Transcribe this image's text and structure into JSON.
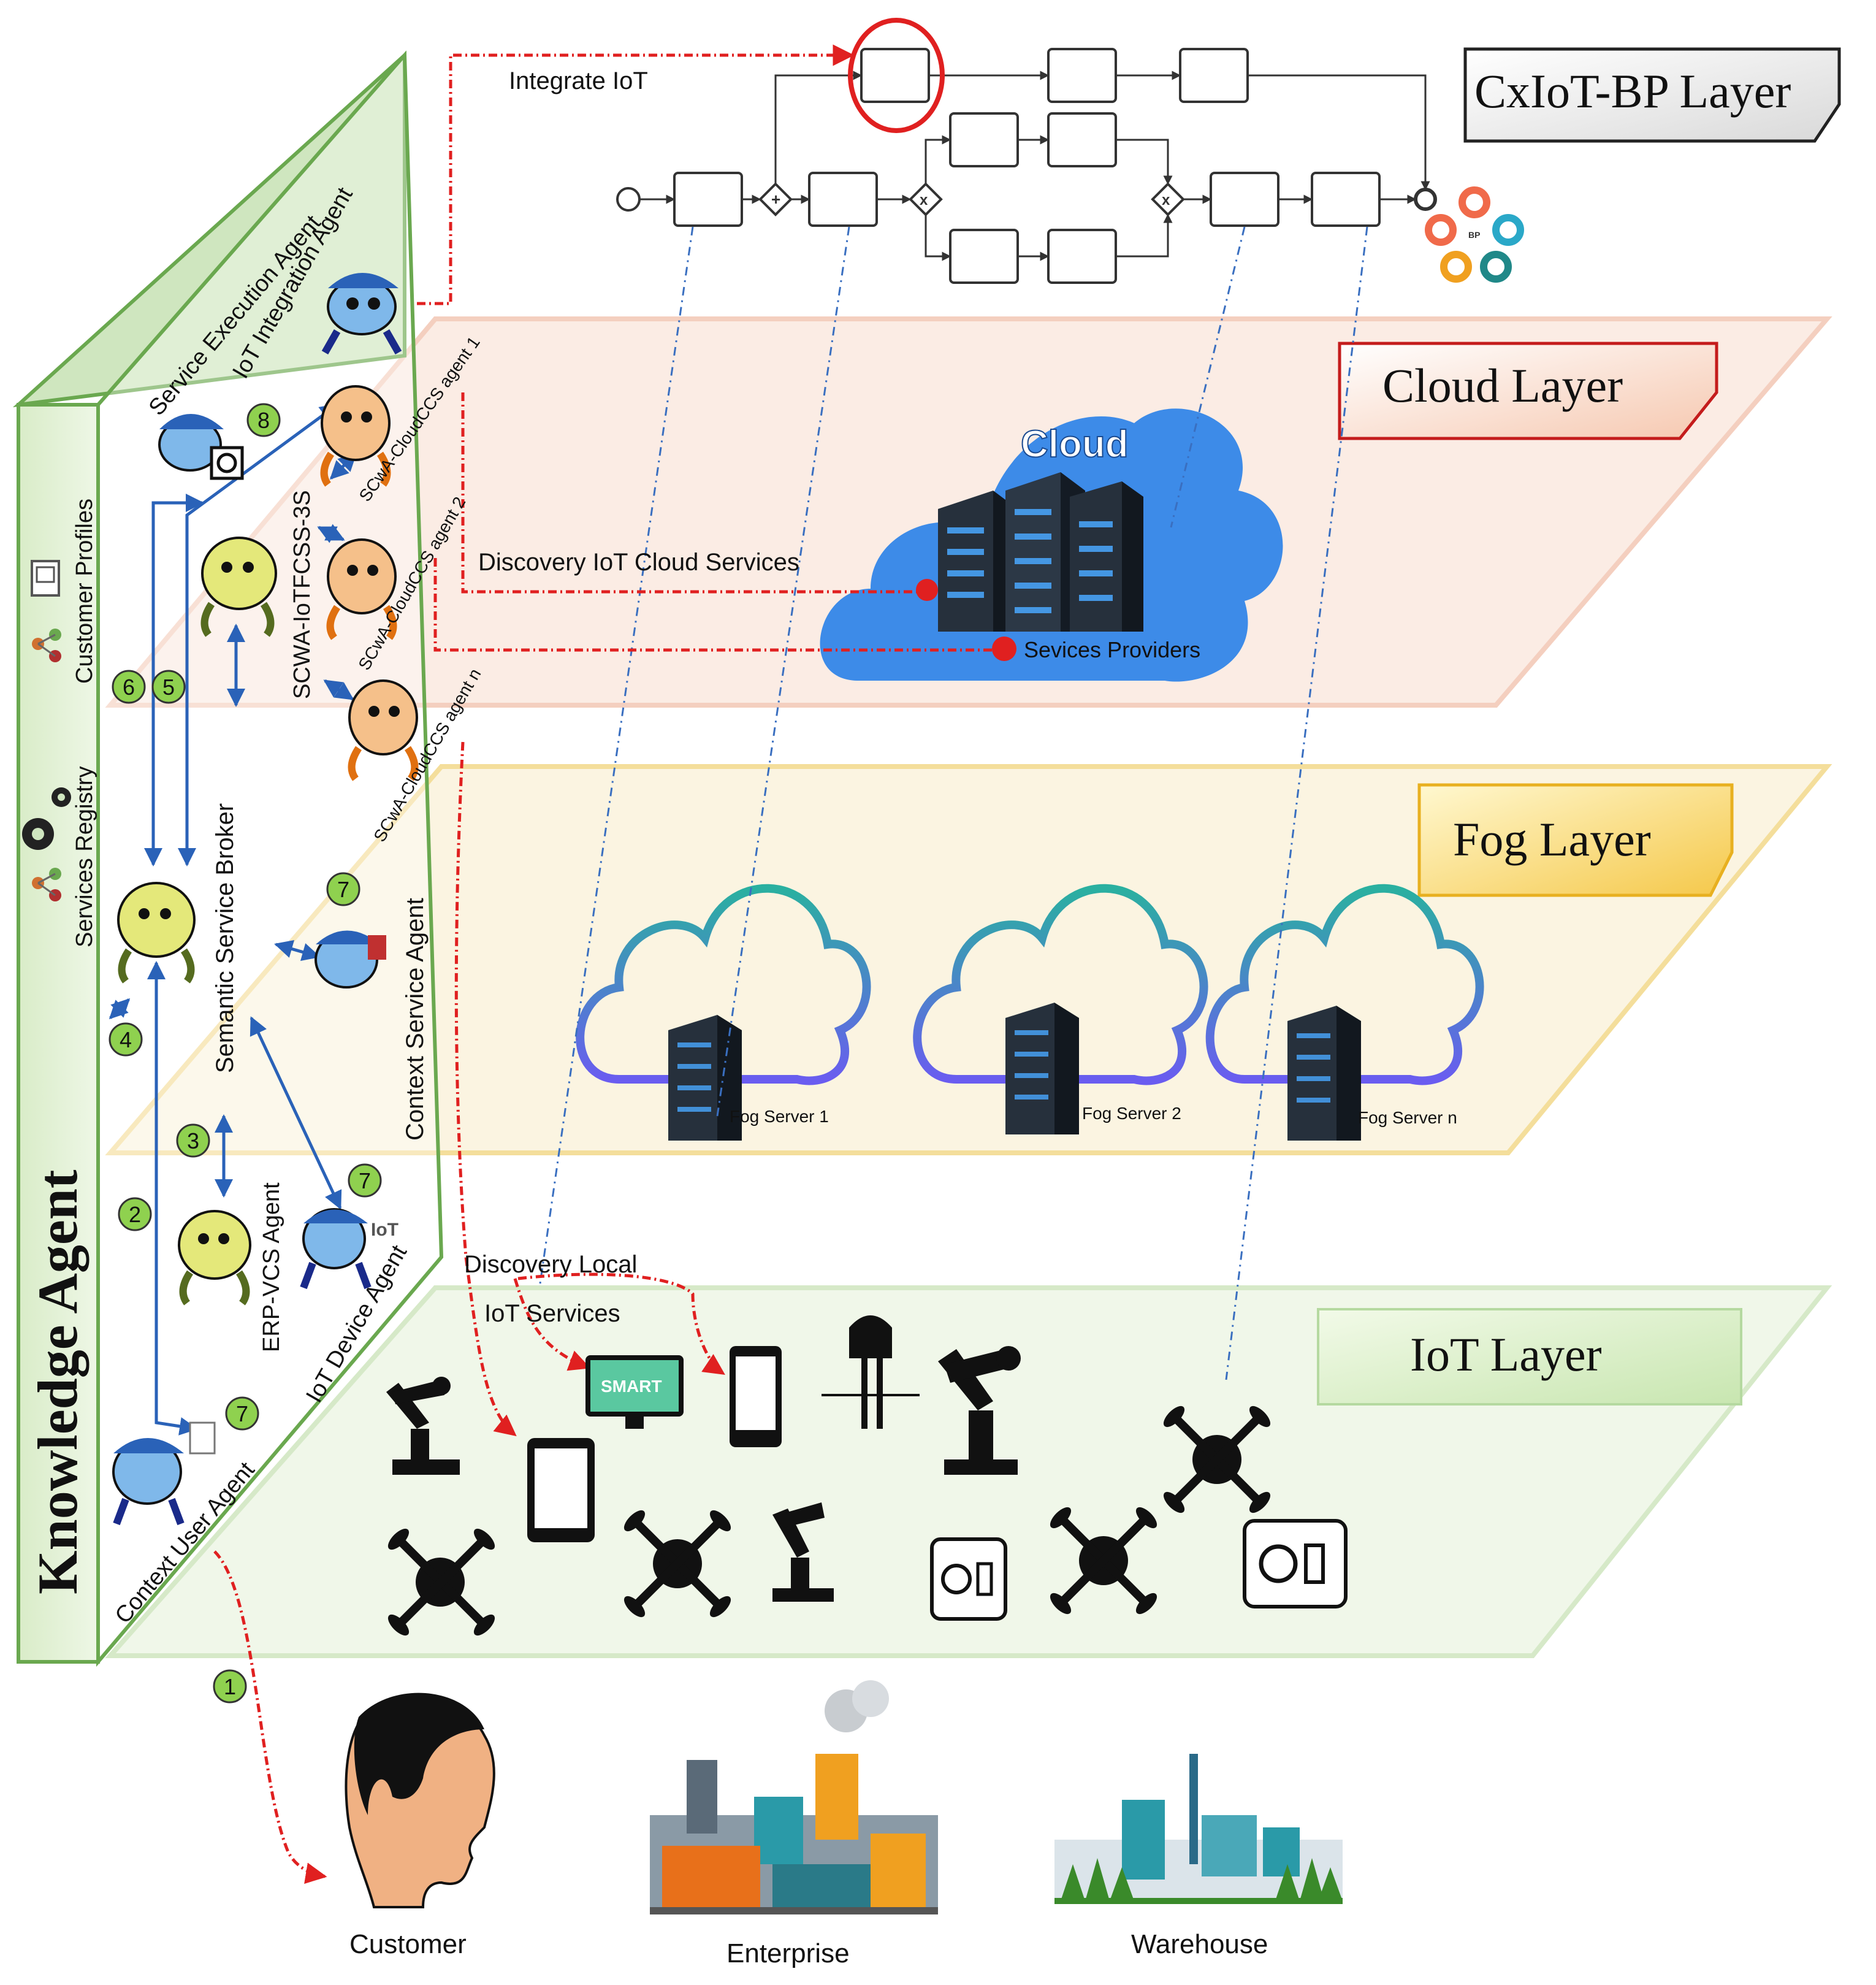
{
  "layers": {
    "bp": "CxIoT-BP Layer",
    "cloud": "Cloud Layer",
    "fog": "Fog Layer",
    "iot": "IoT Layer"
  },
  "knowledge": {
    "title": "Knowledge Agent",
    "customer_profiles": "Customer Profiles",
    "services_registry": "Services Registry"
  },
  "agents": {
    "service_execution": "Service Execution Agent",
    "iot_integration": "IoT Integration Agent",
    "scwa_iotfcss": "SCWA-IoTFCSS-3S",
    "semantic_broker": "Semantic Service Broker",
    "context_service": "Context Service Agent",
    "erp_vcs": "ERP-VCS Agent",
    "iot_device": "IoT Device Agent",
    "context_user": "Context User Agent",
    "cloudccs_1": "SCwA-CloudCCS agent 1",
    "cloudccs_2": "SCwA-CloudCCS agent 2",
    "cloudccs_n": "SCwA-CloudCCS agent n"
  },
  "annotations": {
    "integrate_iot": "Integrate IoT",
    "discovery_cloud": "Discovery IoT Cloud Services",
    "discovery_local_1": "Discovery Local",
    "discovery_local_2": "IoT Services",
    "services_providers": "Sevices Providers",
    "cloud_label": "Cloud",
    "smart_label": "SMART",
    "iot_badge": "IoT",
    "bp_badge": "BP"
  },
  "fog_servers": [
    "Fog Server 1",
    "Fog Server 2",
    "Fog Server n"
  ],
  "steps": [
    "1",
    "2",
    "3",
    "4",
    "5",
    "6",
    "7",
    "7",
    "7",
    "8"
  ],
  "actors": {
    "customer": "Customer",
    "enterprise": "Enterprise",
    "warehouse": "Warehouse"
  },
  "colors": {
    "red_flow": "#e02020",
    "blue_link": "#2a62b8",
    "step_green": "#8fd14f",
    "ka_border": "#6aa84f",
    "cloud_blue": "#3d8be8",
    "fog_teal": "#2ab0a0"
  }
}
